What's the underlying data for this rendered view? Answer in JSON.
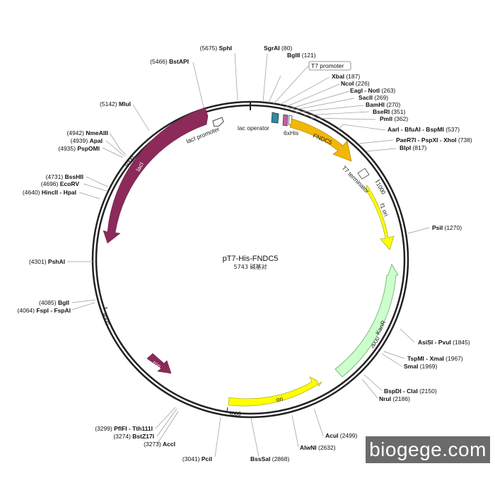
{
  "plasmid": {
    "name": "pT7-His-FNDC5",
    "size_text": "5743 碱基对"
  },
  "sites": [
    {
      "pos": "(5675)",
      "name": "SphI"
    },
    {
      "pos": "(5466)",
      "name": "BstAPI"
    },
    {
      "pos": "(5142)",
      "name": "MluI"
    },
    {
      "pos": "(4942)",
      "name": "NmeAIII"
    },
    {
      "pos": "(4939)",
      "name": "ApaI"
    },
    {
      "pos": "(4935)",
      "name": "PspOMI"
    },
    {
      "pos": "(4731)",
      "name": "BssHII"
    },
    {
      "pos": "(4696)",
      "name": "EcoRV"
    },
    {
      "pos": "(4640)",
      "name": "HincII - HpaI"
    },
    {
      "pos": "(4301)",
      "name": "PshAI"
    },
    {
      "pos": "(4085)",
      "name": "BglI"
    },
    {
      "pos": "(4064)",
      "name": "FspI - FspAI"
    },
    {
      "pos": "(3299)",
      "name": "PflFI - Tth111I"
    },
    {
      "pos": "(3274)",
      "name": "BstZ17I"
    },
    {
      "pos": "(3273)",
      "name": "AccI"
    },
    {
      "pos": "(3041)",
      "name": "PciI"
    },
    {
      "name": "SgrAI",
      "pos": "(80)"
    },
    {
      "name": "BglII",
      "pos": "(121)"
    },
    {
      "name": "XbaI",
      "pos": "(187)"
    },
    {
      "name": "NcoI",
      "pos": "(226)"
    },
    {
      "name": "EagI - NotI",
      "pos": "(263)"
    },
    {
      "name": "SacII",
      "pos": "(269)"
    },
    {
      "name": "BamHI",
      "pos": "(270)"
    },
    {
      "name": "BseRI",
      "pos": "(351)"
    },
    {
      "name": "PmlI",
      "pos": "(362)"
    },
    {
      "name": "AarI - BfuAI - BspMI",
      "pos": "(537)"
    },
    {
      "name": "PaeR7I - PspXI - XhoI",
      "pos": "(738)"
    },
    {
      "name": "BlpI",
      "pos": "(817)"
    },
    {
      "name": "PsiI",
      "pos": "(1270)"
    },
    {
      "name": "AsiSI - PvuI",
      "pos": "(1845)"
    },
    {
      "name": "TspMI - XmaI",
      "pos": "(1967)"
    },
    {
      "name": "SmaI",
      "pos": "(1969)"
    },
    {
      "name": "BspDI - ClaI",
      "pos": "(2150)"
    },
    {
      "name": "NruI",
      "pos": "(2186)"
    },
    {
      "name": "AcuI",
      "pos": "(2499)"
    },
    {
      "name": "AlwNI",
      "pos": "(2632)"
    },
    {
      "name": "BssSaI",
      "pos": "(2868)"
    }
  ],
  "features": {
    "lacI": "lacI",
    "lacI_promoter": "lacI promoter",
    "lac_operator": "lac operator",
    "his": "6xHis",
    "fndc5": "FNDC5",
    "t7_promoter": "T7 promoter",
    "t7_terminator": "T7 terminator",
    "f1_ori": "f1 ori",
    "kanr": "KanR",
    "ori": "ori",
    "rop": "rop"
  },
  "ticks": {
    "t1000": "1000",
    "t2000": "2000",
    "t3000": "3000",
    "t4000": "4000",
    "t5000": "5000"
  },
  "colors": {
    "lacI": "#8c2a5a",
    "fndc5": "#f2b705",
    "f1": "#ffff00",
    "kanr": "#ccffcc",
    "ori": "#ffff00",
    "rop": "#8c2a5a",
    "his": "#2a8aa8"
  },
  "watermark": "biogege.com"
}
